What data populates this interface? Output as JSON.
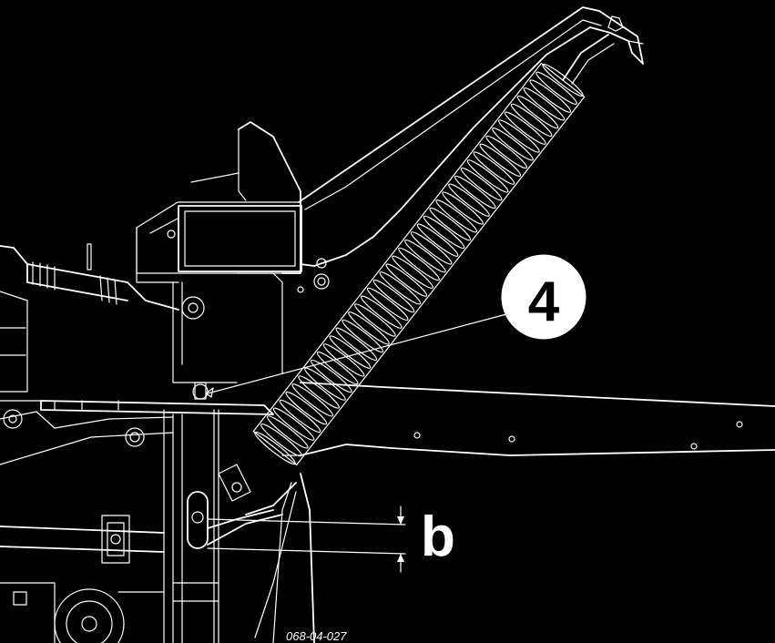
{
  "callouts": {
    "spring_number": "4",
    "measure_letter": "b"
  },
  "figure_code": "068-04-027",
  "colors": {
    "background": "#000000",
    "line": "#ffffff"
  }
}
